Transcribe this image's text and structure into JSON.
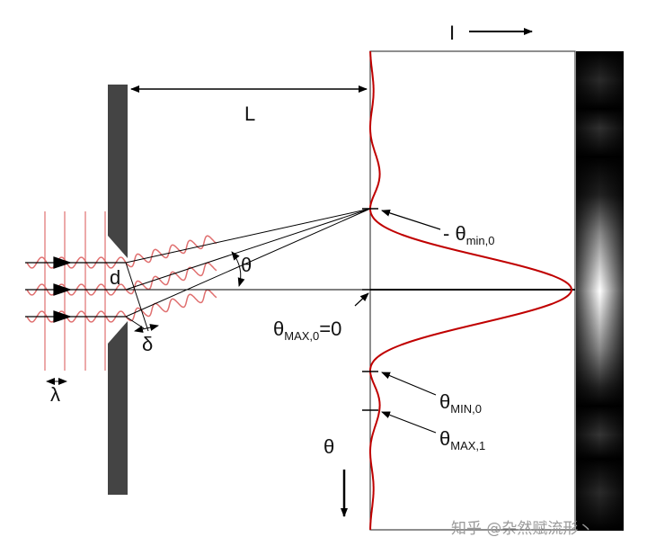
{
  "labels": {
    "intensity_axis": "I",
    "distance": "L",
    "slit_width": "d",
    "angle": "θ",
    "path_difference": "δ",
    "wavelength": "λ",
    "theta_axis": "θ",
    "theta_min0": {
      "prefix": "- θ",
      "sub": "min,0"
    },
    "theta_max0": {
      "base": "θ",
      "sub": "MAX,0",
      "suffix": "=0"
    },
    "theta_MIN0": {
      "base": "θ",
      "sub": "MIN,0"
    },
    "theta_MAX1": {
      "base": "θ",
      "sub": "MAX,1"
    }
  },
  "watermark": "知乎 @杂然赋流形丶",
  "colors": {
    "wave": "#e07070",
    "intensity_curve": "#c00000",
    "barrier": "#444444",
    "line": "#000000"
  }
}
